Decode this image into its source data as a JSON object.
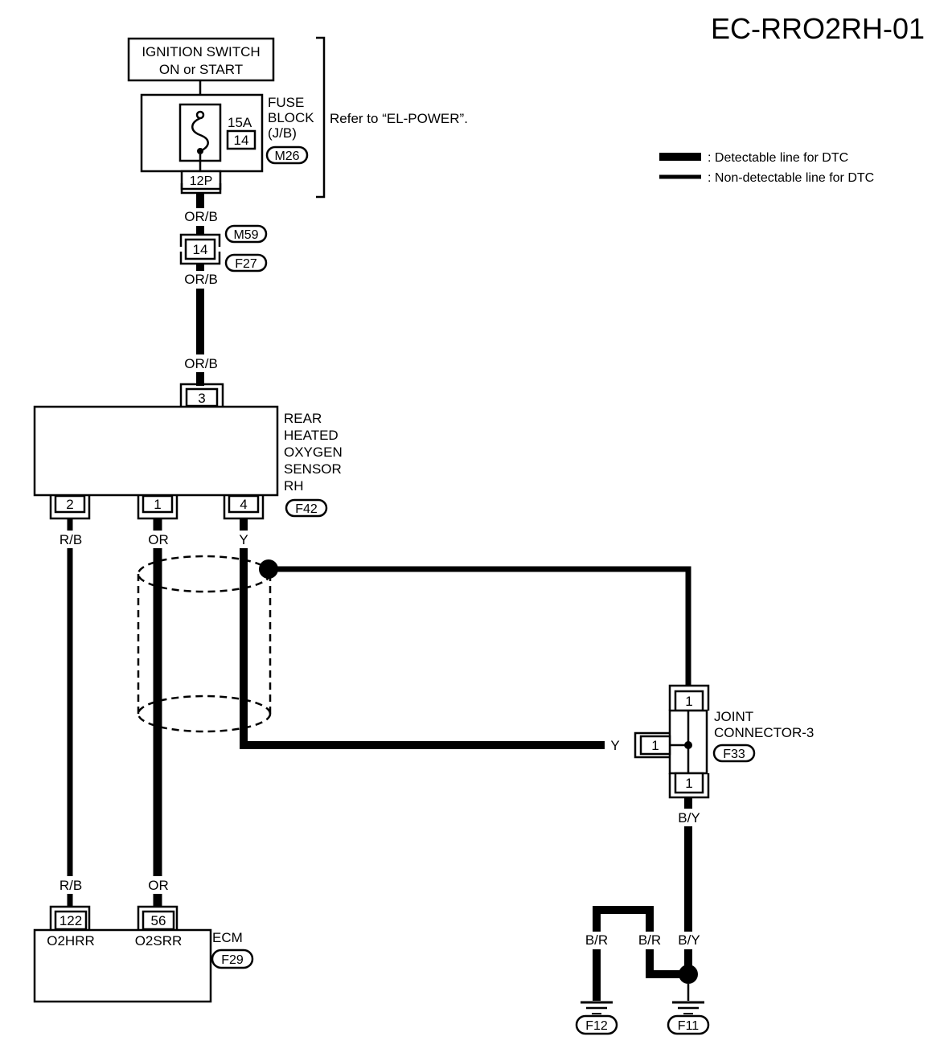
{
  "diagram_id": "EC-RRO2RH-01",
  "legend": {
    "detectable": ": Detectable line for DTC",
    "non_detectable": ": Non-detectable line for DTC"
  },
  "ignition": {
    "line1": "IGNITION SWITCH",
    "line2": "ON or START"
  },
  "fuse_block": {
    "line1": "FUSE",
    "line2": "BLOCK",
    "line3": "(J/B)",
    "amp": "15A",
    "fuse_no": "14",
    "connector": "M26",
    "terminal": "12P",
    "note": "Refer to “EL-POWER”."
  },
  "inline_connector": {
    "pin": "14",
    "conn_top": "M59",
    "conn_bottom": "F27"
  },
  "wires": {
    "orb_1": "OR/B",
    "orb_2": "OR/B",
    "orb_3": "OR/B",
    "rb_top": "R/B",
    "or_top": "OR",
    "y_top": "Y",
    "rb_bottom": "R/B",
    "or_bottom": "OR",
    "y_joint": "Y",
    "by_top": "B/Y",
    "br_left": "B/R",
    "br_right": "B/R",
    "by_bottom": "B/Y"
  },
  "sensor": {
    "line1": "REAR",
    "line2": "HEATED",
    "line3": "OXYGEN",
    "line4": "SENSOR",
    "line5": "RH",
    "connector": "F42",
    "pin_top": "3",
    "pin_a": "2",
    "pin_b": "1",
    "pin_c": "4"
  },
  "joint": {
    "line1": "JOINT",
    "line2": "CONNECTOR-3",
    "connector": "F33",
    "pin_top": "1",
    "pin_side": "1",
    "pin_bottom": "1"
  },
  "ecm": {
    "label": "ECM",
    "connector": "F29",
    "pin_a": "122",
    "pin_b": "56",
    "term_a": "O2HRR",
    "term_b": "O2SRR"
  },
  "grounds": {
    "left": "F12",
    "right": "F11"
  }
}
